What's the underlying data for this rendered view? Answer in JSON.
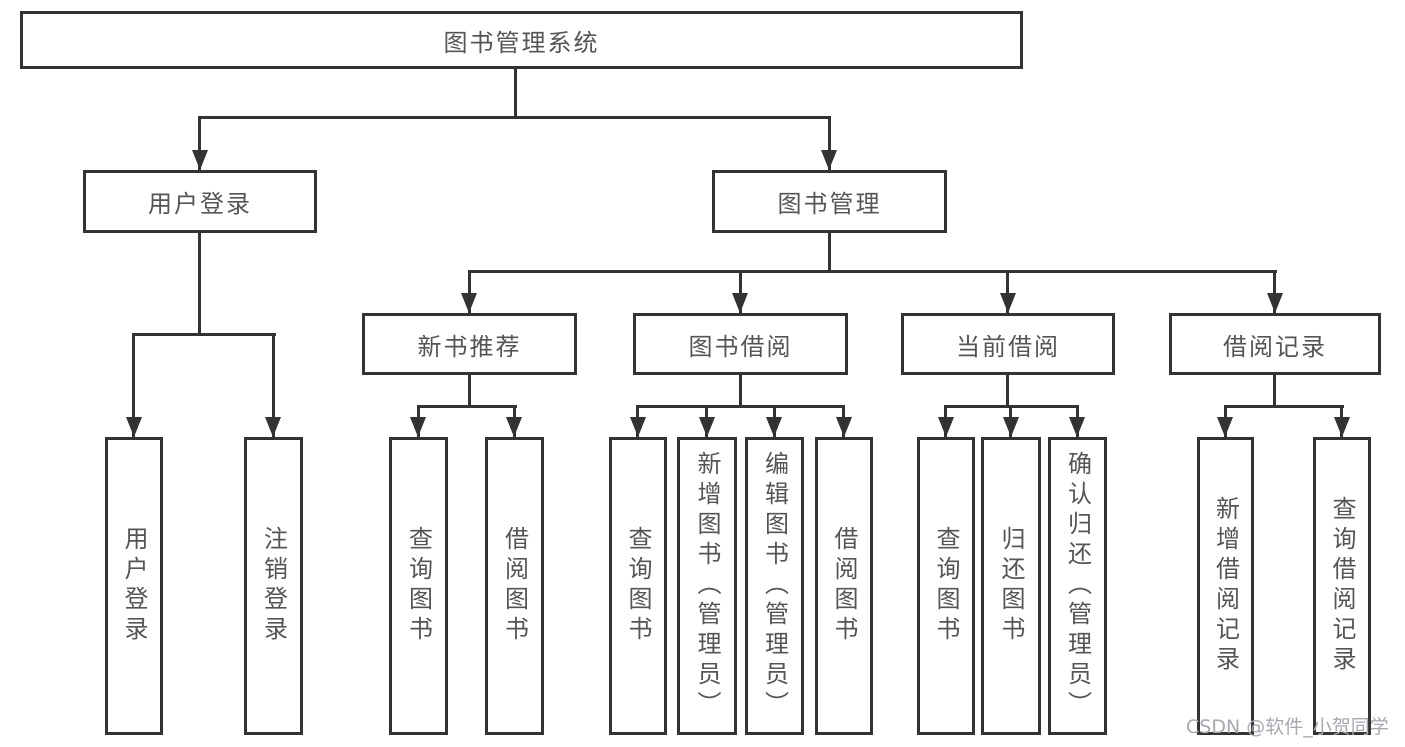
{
  "root": {
    "label": "图书管理系统"
  },
  "level2": [
    {
      "label": "用户登录"
    },
    {
      "label": "图书管理"
    }
  ],
  "level3": [
    {
      "label": "新书推荐",
      "parent": "图书管理"
    },
    {
      "label": "图书借阅",
      "parent": "图书管理"
    },
    {
      "label": "当前借阅",
      "parent": "图书管理"
    },
    {
      "label": "借阅记录",
      "parent": "图书管理"
    }
  ],
  "leaves": [
    {
      "label": "用户登录",
      "parent": "用户登录"
    },
    {
      "label": "注销登录",
      "parent": "用户登录"
    },
    {
      "label": "查询图书",
      "parent": "新书推荐"
    },
    {
      "label": "借阅图书",
      "parent": "新书推荐"
    },
    {
      "label": "查询图书",
      "parent": "图书借阅"
    },
    {
      "label": "新增图书（管理员）",
      "parent": "图书借阅"
    },
    {
      "label": "编辑图书（管理员）",
      "parent": "图书借阅"
    },
    {
      "label": "借阅图书",
      "parent": "图书借阅"
    },
    {
      "label": "查询图书",
      "parent": "当前借阅"
    },
    {
      "label": "归还图书",
      "parent": "当前借阅"
    },
    {
      "label": "确认归还（管理员）",
      "parent": "当前借阅"
    },
    {
      "label": "新增借阅记录",
      "parent": "借阅记录"
    },
    {
      "label": "查询借阅记录",
      "parent": "借阅记录"
    }
  ],
  "watermark": {
    "text": "CSDN @软件_小贺同学"
  },
  "colors": {
    "line": "#333333",
    "text": "#555555",
    "watermark": "#a6aab0",
    "background": "#ffffff"
  }
}
